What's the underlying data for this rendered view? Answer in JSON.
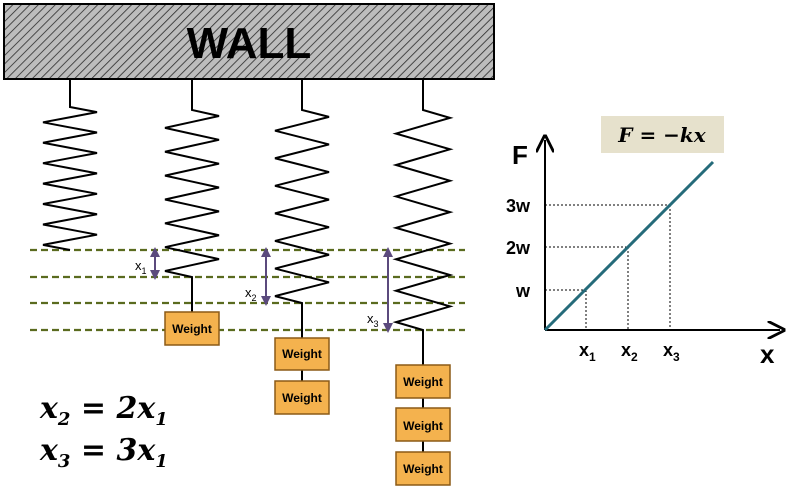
{
  "wall": {
    "label": "WALL"
  },
  "weights": {
    "label": "Weight"
  },
  "displacements": [
    {
      "main": "x",
      "sub": "1"
    },
    {
      "main": "x",
      "sub": "2"
    },
    {
      "main": "x",
      "sub": "3"
    }
  ],
  "equations": [
    {
      "lhs": "x",
      "lhs_sub": "2",
      "op": " = 2",
      "rhs": "x",
      "rhs_sub": "1"
    },
    {
      "lhs": "x",
      "lhs_sub": "3",
      "op": " = 3",
      "rhs": "x",
      "rhs_sub": "1"
    }
  ],
  "graph": {
    "formula": "F = −kx",
    "y_axis_label": "F",
    "x_axis_label": "x",
    "y_ticks": [
      "w",
      "2w",
      "3w"
    ],
    "x_ticks": [
      {
        "main": "x",
        "sub": "1"
      },
      {
        "main": "x",
        "sub": "2"
      },
      {
        "main": "x",
        "sub": "3"
      }
    ]
  },
  "colors": {
    "weight_fill": "#f4b24e",
    "weight_stroke": "#8b5a17",
    "dashed_line": "#5a6b1f",
    "arrow": "#5b4a7d",
    "graph_line": "#256b7a",
    "formula_bg": "#e6e1cc"
  }
}
